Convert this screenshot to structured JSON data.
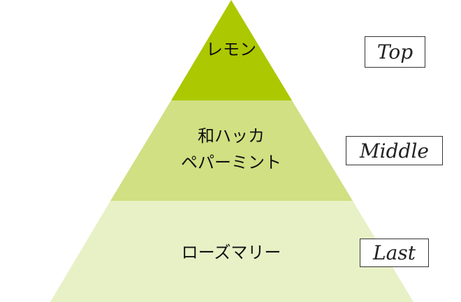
{
  "colors": {
    "top": "#acc800",
    "middle": "#d0e082",
    "base": "#e8f0c6"
  },
  "tiers": [
    {
      "level": "Top",
      "notes": [
        "レモン"
      ]
    },
    {
      "level": "Middle",
      "notes": [
        "和ハッカ",
        "ペパーミント"
      ]
    },
    {
      "level": "Last",
      "notes": [
        "ローズマリー"
      ]
    }
  ]
}
